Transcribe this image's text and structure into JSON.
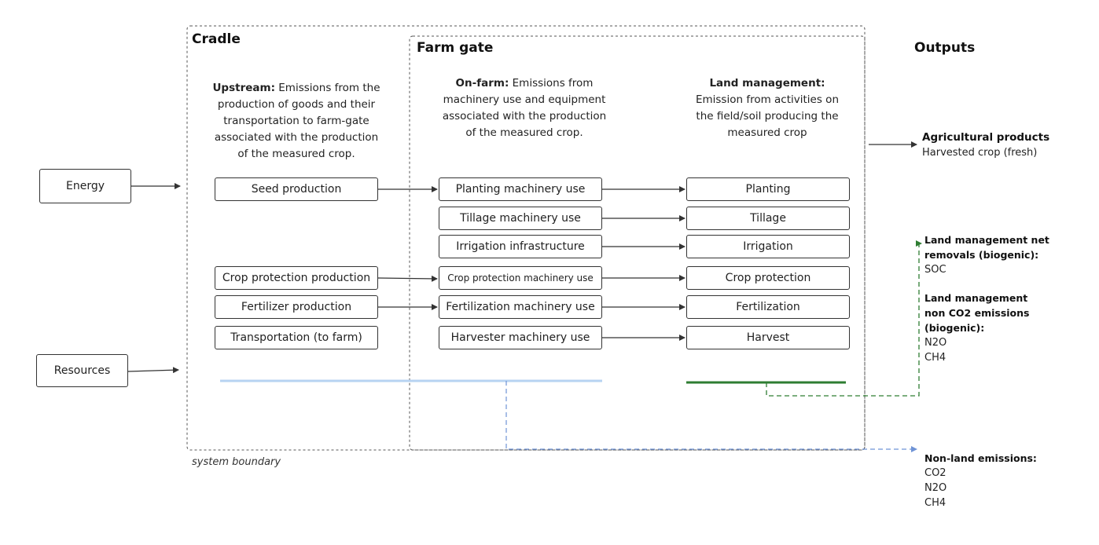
{
  "regions": {
    "cradle_label": "Cradle",
    "farm_gate_label": "Farm gate",
    "outputs_label": "Outputs",
    "system_boundary_label": "system boundary"
  },
  "inputs": {
    "energy": "Energy",
    "resources": "Resources"
  },
  "descriptions": {
    "upstream": {
      "bold": "Upstream:",
      "line1_rest": " Emissions from the",
      "line2": "production of goods and their",
      "line3": "transportation to farm-gate",
      "line4": "associated with the production",
      "line5": "of the measured crop."
    },
    "on_farm": {
      "bold": "On-farm:",
      "line1_rest": " Emissions from",
      "line2": "machinery use and equipment",
      "line3": "associated with the production",
      "line4": "of the measured crop."
    },
    "land_management": {
      "bold": "Land management:",
      "line2": "Emission from activities on",
      "line3": "the field/soil producing the",
      "line4": "measured crop"
    }
  },
  "upstream_boxes": [
    "Seed production",
    "Crop protection production",
    "Fertilizer production",
    "Transportation (to farm)"
  ],
  "onfarm_boxes": [
    "Planting machinery use",
    "Tillage machinery use",
    "Irrigation infrastructure",
    "Crop protection machinery use",
    "Fertilization machinery use",
    "Harvester machinery use"
  ],
  "land_boxes": [
    "Planting",
    "Tillage",
    "Irrigation",
    "Crop protection",
    "Fertilization",
    "Harvest"
  ],
  "outputs": {
    "agri_title": "Agricultural products",
    "agri_sub": "Harvested crop (fresh)",
    "removals_title_1": "Land management net",
    "removals_title_2": "removals (biogenic):",
    "removals_item": "SOC",
    "non_co2_title_1": "Land management",
    "non_co2_title_2": "non CO2 emissions",
    "non_co2_title_3": "(biogenic):",
    "non_co2_items": [
      "N2O",
      "CH4"
    ],
    "nonland_title": "Non-land emissions:",
    "nonland_items": [
      "CO2",
      "N2O",
      "CH4"
    ]
  },
  "colors": {
    "line_dark": "#333333",
    "boundary_dash": "#555555",
    "blue": "#b7d3f2",
    "blue_dash": "#6f93d6",
    "green": "#2e7d32"
  }
}
